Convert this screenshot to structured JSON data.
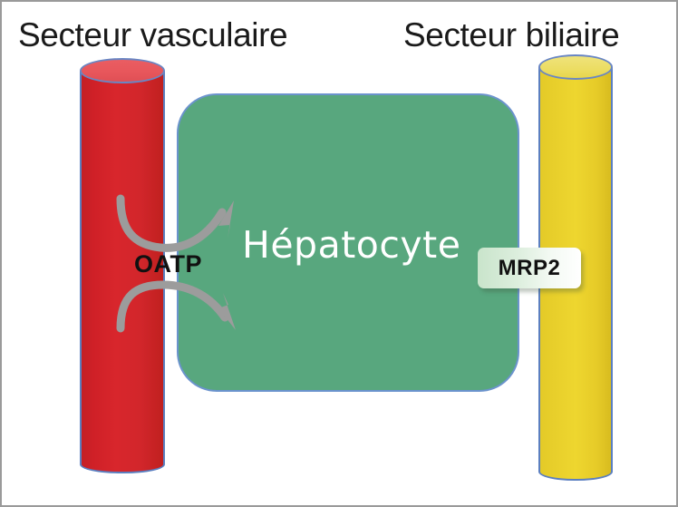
{
  "figure": {
    "title_left": "Secteur vasculaire",
    "title_right": "Secteur biliaire",
    "cell_label": "Hépatocyte",
    "transporter_left": "OATP",
    "transporter_right": "MRP2",
    "colors": {
      "vascular_tube": "#d2262b",
      "vascular_tube_top": "#e7565b",
      "biliary_tube": "#eed62f",
      "biliary_tube_top": "#ecdd62",
      "hepatocyte": "#58a77e",
      "tube_outline": "#6986c4",
      "arrow": "#9c9c9c",
      "badge_text": "#111111",
      "frame": "#9a9a9a"
    },
    "icons": {
      "arrow_influx": "curved-arrow-into-cell-icon",
      "arrow_efflux": "curved-arrow-out-of-cell-icon",
      "vascular_tube": "red-cylinder-icon",
      "biliary_tube": "yellow-cylinder-icon"
    }
  }
}
